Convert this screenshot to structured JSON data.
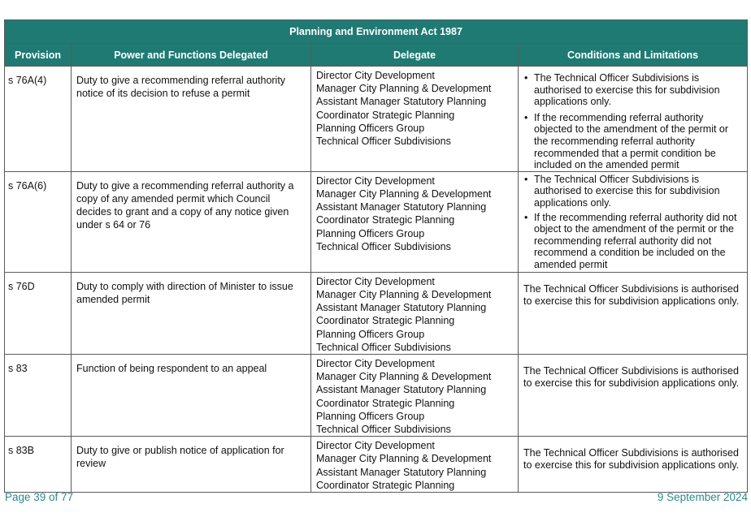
{
  "act_title": "Planning and Environment Act 1987",
  "columns": {
    "provision": "Provision",
    "power": "Power and Functions Delegated",
    "delegate": "Delegate",
    "conditions": "Conditions and Limitations"
  },
  "rows": [
    {
      "provision": "s 76A(4)",
      "power": "Duty to give a recommending referral authority notice of its decision to refuse a permit",
      "delegates": [
        "Director City Development",
        "Manager City Planning & Development",
        "Assistant Manager Statutory Planning",
        "Coordinator Strategic Planning",
        "Planning Officers Group",
        "Technical Officer Subdivisions"
      ],
      "conditions": [
        "The Technical Officer Subdivisions is authorised to exercise this for subdivision applications only.",
        "If the recommending referral authority objected to the amendment of the permit or the recommending referral authority recommended that a permit condition be included on the amended permit"
      ]
    },
    {
      "provision": "s 76A(6)",
      "power": "Duty to give a recommending referral authority a copy of any amended permit which Council decides to grant and a copy of any notice given under s 64 or 76",
      "delegates": [
        "Director City Development",
        "Manager City Planning & Development",
        "Assistant Manager Statutory Planning",
        "Coordinator Strategic Planning",
        "Planning Officers Group",
        "Technical Officer Subdivisions"
      ],
      "conditions": [
        "The Technical Officer Subdivisions is authorised to exercise this for subdivision applications only.",
        "If the recommending referral authority did not object to the amendment of the permit or the recommending referral authority did not recommend a condition be included on the amended permit"
      ]
    },
    {
      "provision": "s 76D",
      "power": "Duty to comply with direction of Minister to issue amended permit",
      "delegates": [
        "Director City Development",
        "Manager City Planning & Development",
        "Assistant Manager Statutory Planning",
        "Coordinator Strategic Planning",
        "Planning Officers Group",
        "Technical Officer Subdivisions"
      ],
      "condition_text": "The Technical Officer Subdivisions is authorised to exercise this for subdivision applications only."
    },
    {
      "provision": "s 83",
      "power": "Function of being respondent to an appeal",
      "delegates": [
        "Director City Development",
        "Manager City Planning & Development",
        "Assistant Manager Statutory Planning",
        "Coordinator Strategic Planning",
        "Planning Officers Group",
        "Technical Officer Subdivisions"
      ],
      "condition_text": "The Technical Officer Subdivisions is authorised to exercise this for subdivision applications only."
    },
    {
      "provision": "s 83B",
      "power": "Duty to give or publish notice of application for review",
      "delegates": [
        "Director City Development",
        "Manager City Planning & Development",
        "Assistant Manager Statutory Planning",
        "Coordinator Strategic Planning"
      ],
      "condition_text": "The Technical Officer Subdivisions is authorised to exercise this for subdivision applications only."
    }
  ],
  "footer": {
    "page": "Page 39 of 77",
    "date": "9 September 2024"
  }
}
